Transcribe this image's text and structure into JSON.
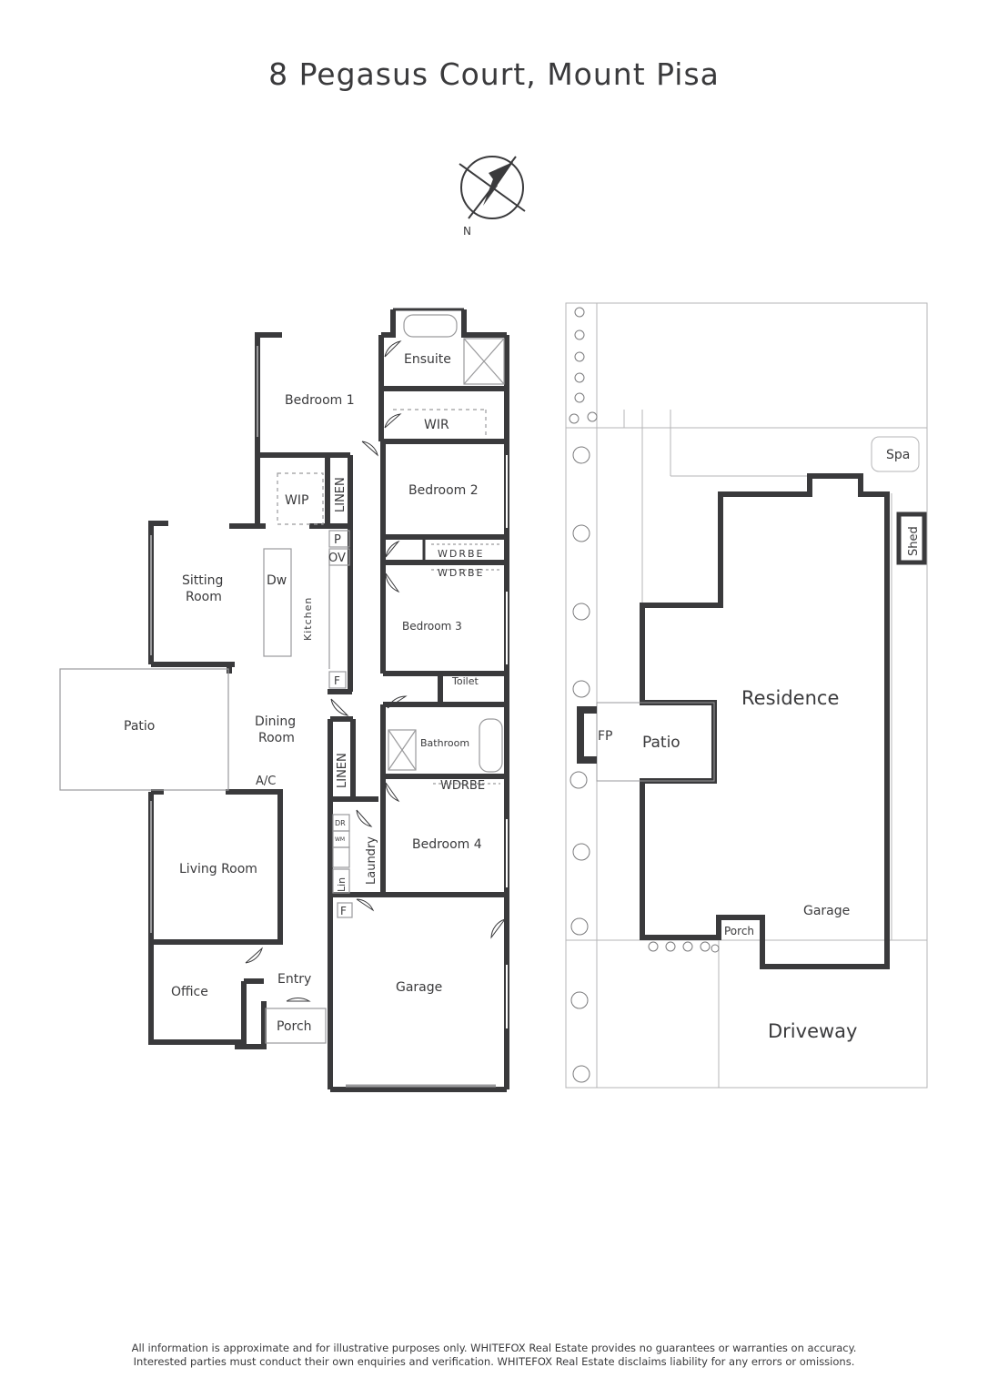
{
  "title": "8 Pegasus Court, Mount Pisa",
  "compass": {
    "north_label": "N"
  },
  "floor_plan": {
    "rooms": {
      "ensuite": "Ensuite",
      "bedroom1": "Bedroom 1",
      "wir": "WIR",
      "bedroom2": "Bedroom 2",
      "wip": "WIP",
      "linen1": "LINEN",
      "p": "P",
      "ov": "OV",
      "wdrbe1": "WDRBE",
      "wdrbe2": "WDRBE",
      "sitting_room_1": "Sitting",
      "sitting_room_2": "Room",
      "dw": "Dw",
      "kitchen": "Kitchen",
      "bedroom3": "Bedroom 3",
      "f1": "F",
      "toilet": "Toilet",
      "patio": "Patio",
      "dining_room_1": "Dining",
      "dining_room_2": "Room",
      "bathroom": "Bathroom",
      "linen2": "LINEN",
      "ac": "A/C",
      "wdrbe3": "WDRBE",
      "dr": "DR",
      "wm": "WM",
      "laundry": "Laundry",
      "lin": "Lin",
      "bedroom4": "Bedroom 4",
      "living_room": "Living Room",
      "f2": "F",
      "garage": "Garage",
      "office": "Office",
      "entry": "Entry",
      "porch": "Porch"
    }
  },
  "site_plan": {
    "labels": {
      "spa": "Spa",
      "shed": "Shed",
      "residence": "Residence",
      "fp": "FP",
      "patio": "Patio",
      "garage": "Garage",
      "porch": "Porch",
      "driveway": "Driveway"
    }
  },
  "disclaimer": {
    "line1": "All information is approximate and for illustrative purposes only. WHITEFOX Real Estate provides no guarantees or warranties on accuracy.",
    "line2": "Interested parties must conduct their own enquiries and verification. WHITEFOX Real Estate disclaims liability for any errors or omissions."
  },
  "colors": {
    "wall": "#3a3a3c",
    "thin": "#9a9a9c",
    "text": "#3a3a3c"
  }
}
